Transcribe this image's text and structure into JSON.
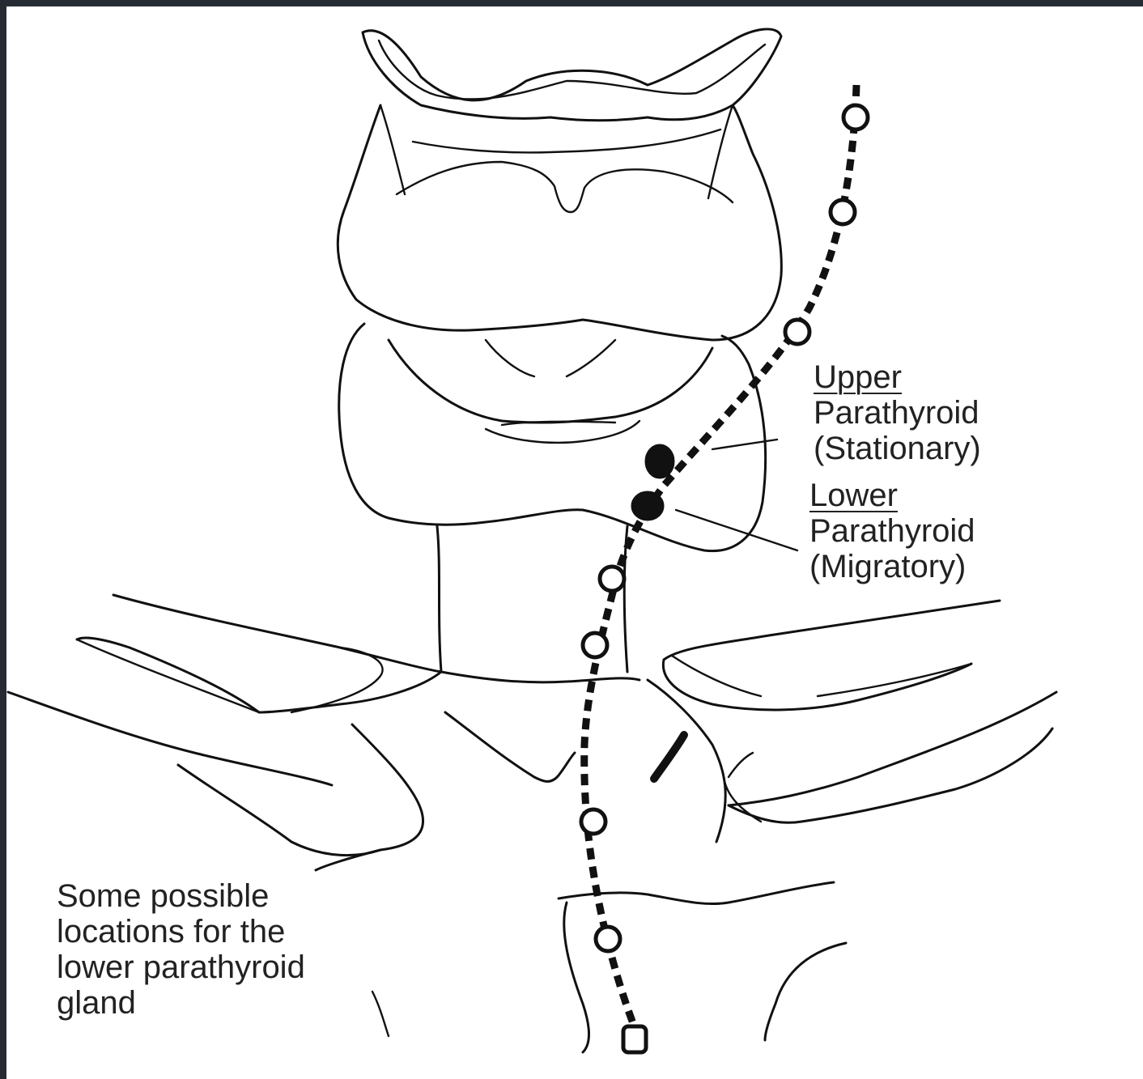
{
  "labels": {
    "upper": {
      "title": "Upper",
      "line2": "Parathyroid",
      "line3": "(Stationary)"
    },
    "lower": {
      "title": "Lower",
      "line2": "Parathyroid",
      "line3": "(Migratory)"
    },
    "caption": {
      "line1": "Some possible",
      "line2": "locations for the",
      "line3": "lower parathyroid",
      "line4": "gland"
    }
  },
  "colors": {
    "ink": "#111111",
    "background": "#ffffff",
    "frame": "#262b33"
  }
}
